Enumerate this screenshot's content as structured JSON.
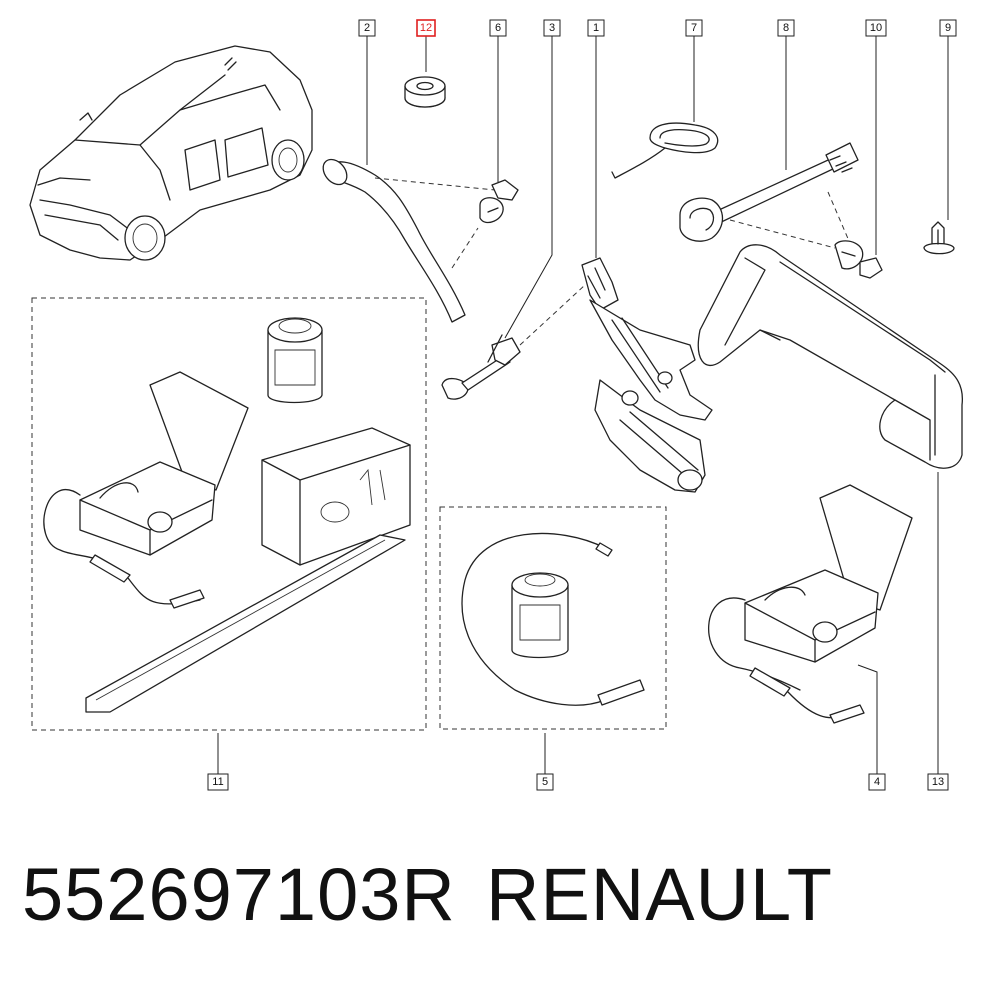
{
  "callouts": {
    "c1": "1",
    "c2": "2",
    "c3": "3",
    "c4": "4",
    "c5": "5",
    "c6": "6",
    "c7": "7",
    "c8": "8",
    "c9": "9",
    "c10": "10",
    "c11": "11",
    "c12": "12",
    "c13": "13"
  },
  "highlighted_callout": "12",
  "highlight_color": "#e02020",
  "footer": {
    "part_number": "552697103R",
    "brand": "RENAULT"
  }
}
